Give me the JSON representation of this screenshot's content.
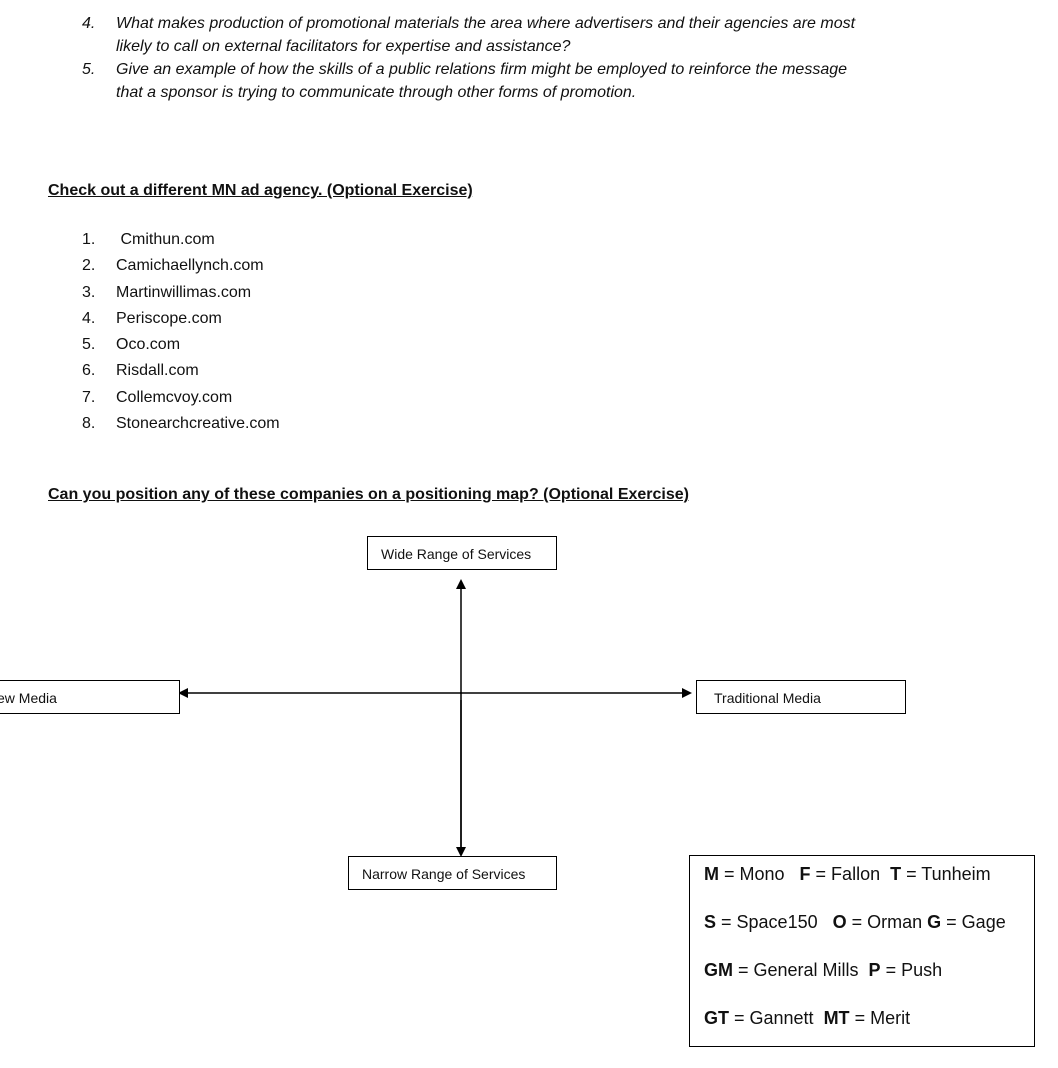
{
  "questions": [
    {
      "num": "4.",
      "line1": "What makes production of promotional materials the area where advertisers and their agencies are most",
      "line2": "likely to call on external facilitators for expertise and assistance?"
    },
    {
      "num": "5.",
      "line1": "Give an example of how the skills of a public relations firm might be employed to reinforce the message",
      "line2": "that a sponsor is trying to communicate through other forms of promotion."
    }
  ],
  "agency_section": {
    "title": "Check out a different MN ad agency.  (Optional Exercise)",
    "items": [
      {
        "num": "1.",
        "label": " Cmithun.com"
      },
      {
        "num": "2.",
        "label": "Camichaellynch.com"
      },
      {
        "num": "3.",
        "label": "Martinwillimas.com"
      },
      {
        "num": "4.",
        "label": "Periscope.com"
      },
      {
        "num": "5.",
        "label": "Oco.com"
      },
      {
        "num": "6.",
        "label": "Risdall.com"
      },
      {
        "num": "7.",
        "label": "Collemcvoy.com"
      },
      {
        "num": "8.",
        "label": "Stonearchcreative.com"
      }
    ]
  },
  "map_section": {
    "title": "Can you position any of these companies on a positioning map? (Optional Exercise)",
    "top_label": "Wide Range of Services",
    "bottom_label": "Narrow Range of Services",
    "left_label": "ew Media",
    "right_label": "Traditional Media"
  },
  "legend": [
    [
      {
        "key": "M",
        "value": " = Mono   "
      },
      {
        "key": "F",
        "value": " = Fallon  "
      },
      {
        "key": "T",
        "value": " = Tunheim"
      }
    ],
    [
      {
        "key": "S",
        "value": " = Space150   "
      },
      {
        "key": "O",
        "value": " = Orman "
      },
      {
        "key": "G",
        "value": " = Gage"
      }
    ],
    [
      {
        "key": "GM",
        "value": " = General Mills  "
      },
      {
        "key": "P",
        "value": " = Push"
      }
    ],
    [
      {
        "key": "GT",
        "value": " = Gannett  "
      },
      {
        "key": "MT",
        "value": " = Merit"
      }
    ]
  ]
}
